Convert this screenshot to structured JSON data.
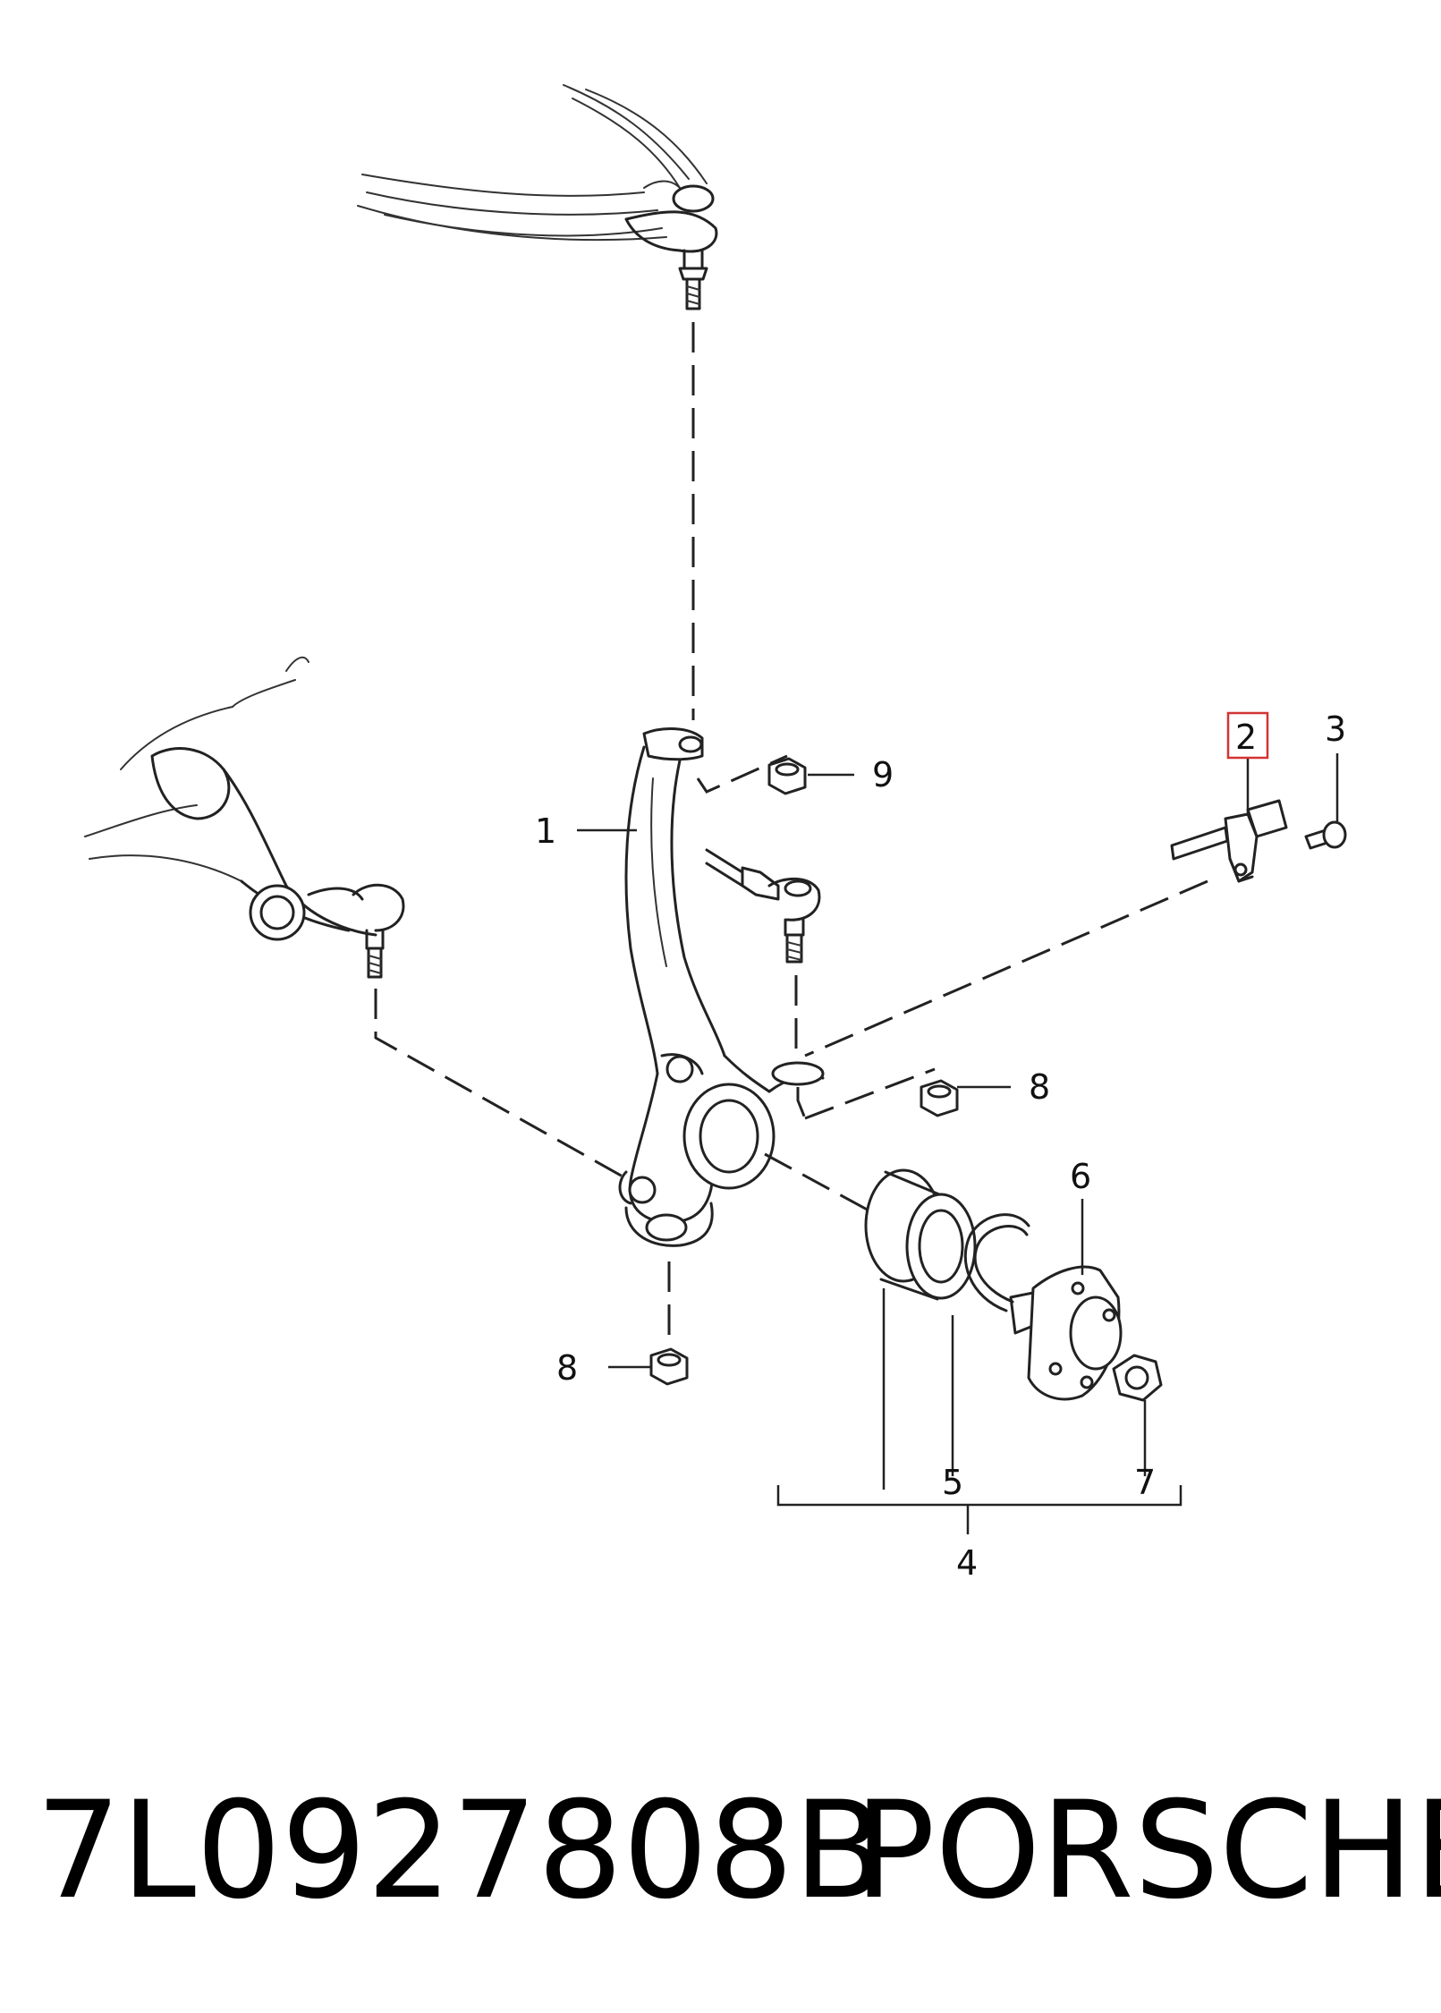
{
  "callouts": {
    "c1": "1",
    "c2": "2",
    "c3": "3",
    "c4": "4",
    "c5": "5",
    "c6": "6",
    "c7": "7",
    "c8a": "8",
    "c8b": "8",
    "c9": "9"
  },
  "caption": {
    "part_number": "7L0927808B",
    "brand": "PORSCHE"
  },
  "colors": {
    "highlight": "#d33333",
    "line": "#222222"
  }
}
